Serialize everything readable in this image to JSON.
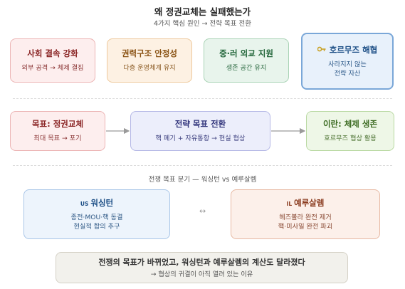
{
  "header": {
    "title": "왜 정권교체는 실패했는가",
    "subtitle": "4가지 핵심 원인 → 전략 목표 전환"
  },
  "causes": [
    {
      "title": "사회 결속 강화",
      "desc": "외부 공격 → 체제 결집"
    },
    {
      "title": "권력구조 안정성",
      "desc": "다층 운영체계 유지"
    },
    {
      "title": "중·러 외교 지원",
      "desc": "생존 공간 유지"
    },
    {
      "title": "호르무즈 해협",
      "desc_line1": "사라지지 않는",
      "desc_line2": "전략 자산",
      "icon": "key-icon"
    }
  ],
  "flow": [
    {
      "title": "목표: 정권교체",
      "desc": "최대 목표 → 포기"
    },
    {
      "title": "전략 목표 전환",
      "desc": "핵 폐기 + 자유통항 → 현실 협상"
    },
    {
      "title": "이란: 체제 생존",
      "desc": "호르무즈 협상 활용"
    }
  ],
  "divergence": {
    "label": "전쟁 목표 분기 — 워싱턴 vs 예루살렘",
    "connector": "↔",
    "us": {
      "tag": "US",
      "title": "워싱턴",
      "line1": "종전·MOU·핵 동결",
      "line2": "현실적 합의 추구"
    },
    "il": {
      "tag": "IL",
      "title": "예루살렘",
      "line1": "헤즈볼라 완전 제거",
      "line2": "핵·미사일 완전 파괴"
    }
  },
  "conclusion": {
    "title": "전쟁의 목표가 바뀌었고, 워싱턴과 예루살렘의 계산도 달라졌다",
    "desc": "→ 협상의 귀결이 아직 열려 있는 이유"
  },
  "colors": {
    "arrow": "#9a9a9a",
    "cause_blue_border": "#7aa7d8"
  }
}
